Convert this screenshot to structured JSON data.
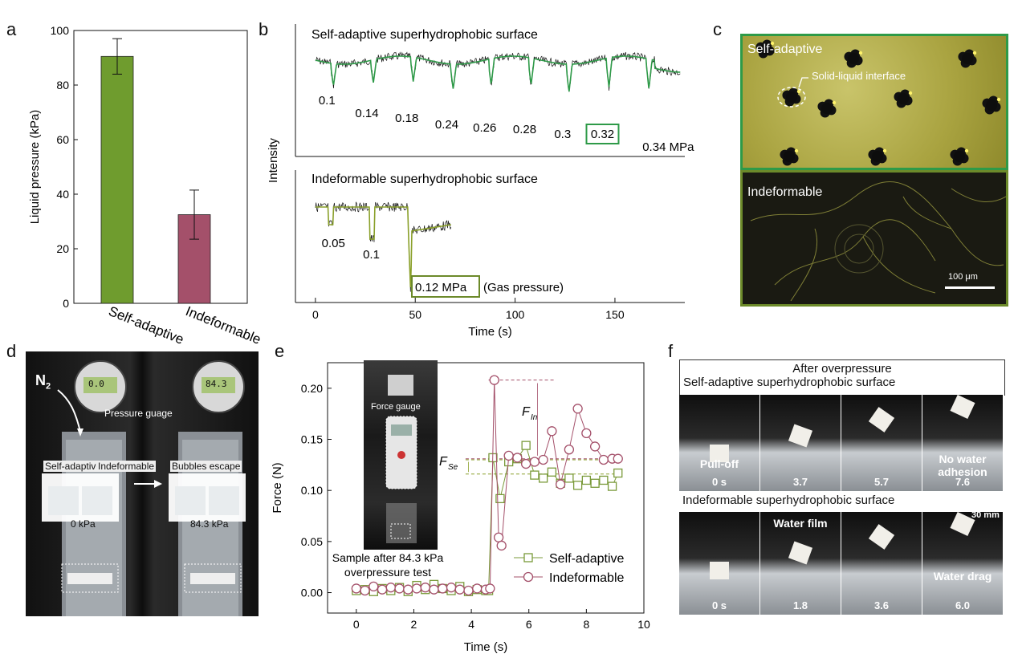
{
  "letters": {
    "a": "a",
    "b": "b",
    "c": "c",
    "d": "d",
    "e": "e",
    "f": "f"
  },
  "chart_data": [
    {
      "type": "bar",
      "panel": "a",
      "categories": [
        "Self-adaptive",
        "Indeformable"
      ],
      "values": [
        90.5,
        32.5
      ],
      "errors": [
        6.5,
        9
      ],
      "ylabel": "Liquid pressure (kPa)",
      "ylim": [
        0,
        100
      ],
      "yticks": [
        0,
        20,
        40,
        60,
        80,
        100
      ],
      "colors": [
        "#6f9c2e",
        "#a4506a"
      ]
    },
    {
      "type": "line",
      "panel": "b",
      "xlabel": "Time (s)",
      "ylabel": "Intensity",
      "xlim": [
        -10,
        185
      ],
      "xticks": [
        0,
        50,
        100,
        150
      ],
      "top_title": "Self-adaptive superhydrophobic surface",
      "bottom_title": "Indeformable superhydrophobic surface",
      "top_labels": [
        {
          "t": 9,
          "text": "0.1"
        },
        {
          "t": 29,
          "text": "0.14"
        },
        {
          "t": 49,
          "text": "0.18"
        },
        {
          "t": 69,
          "text": "0.24"
        },
        {
          "t": 88,
          "text": "0.26"
        },
        {
          "t": 108,
          "text": "0.28"
        },
        {
          "t": 127,
          "text": "0.3"
        },
        {
          "t": 147,
          "text": "0.32"
        },
        {
          "t": 167,
          "text": "0.34 MPa"
        }
      ],
      "top_dips": [
        9,
        29,
        49,
        69,
        88,
        108,
        127,
        147,
        167
      ],
      "top_boxed": "0.32",
      "bottom_labels": [
        {
          "t": 9,
          "text": "0.05"
        },
        {
          "t": 28,
          "text": "0.1"
        }
      ],
      "bottom_boxed": "0.12 MPa",
      "bottom_note": "(Gas pressure)",
      "colors": {
        "raw": "#111111",
        "fit": "#2e9a48",
        "fit_bottom": "#8aa02a",
        "box_top": "#2e9a48",
        "box_bottom": "#6c8a2a"
      }
    },
    {
      "type": "scatter",
      "panel": "e",
      "xlabel": "Time (s)",
      "ylabel": "Force (N)",
      "xlim": [
        -1,
        10
      ],
      "ylim": [
        -0.02,
        0.225
      ],
      "xticks": [
        0,
        2,
        4,
        6,
        8,
        10
      ],
      "yticks": [
        0.0,
        0.05,
        0.1,
        0.15,
        0.2
      ],
      "series": [
        {
          "name": "Self-adaptive",
          "marker": "square",
          "color": "#7a9a3a",
          "x": [
            0,
            0.3,
            0.6,
            0.9,
            1.2,
            1.5,
            1.8,
            2.1,
            2.4,
            2.7,
            3.0,
            3.3,
            3.6,
            3.9,
            4.2,
            4.5,
            4.6,
            4.75,
            5.0,
            5.3,
            5.6,
            5.9,
            6.2,
            6.5,
            6.8,
            7.1,
            7.4,
            7.7,
            8.0,
            8.3,
            8.6,
            8.9,
            9.1
          ],
          "y": [
            0.002,
            0.003,
            0.001,
            0.004,
            0.002,
            0.005,
            0.001,
            0.007,
            0.003,
            0.008,
            0.004,
            0.002,
            0.006,
            0.001,
            0.003,
            0.002,
            0.002,
            0.132,
            0.092,
            0.128,
            0.131,
            0.144,
            0.115,
            0.112,
            0.118,
            0.107,
            0.112,
            0.105,
            0.11,
            0.107,
            0.11,
            0.104,
            0.117
          ]
        },
        {
          "name": "Indeformable",
          "marker": "circle",
          "color": "#a4506a",
          "x": [
            0,
            0.3,
            0.6,
            0.9,
            1.2,
            1.5,
            1.8,
            2.1,
            2.4,
            2.7,
            3.0,
            3.3,
            3.6,
            3.9,
            4.2,
            4.5,
            4.65,
            4.8,
            4.95,
            5.05,
            5.3,
            5.6,
            5.9,
            6.2,
            6.5,
            6.8,
            7.1,
            7.4,
            7.7,
            8.0,
            8.3,
            8.6,
            8.9,
            9.1
          ],
          "y": [
            0.004,
            0.002,
            0.006,
            0.003,
            0.005,
            0.004,
            0.003,
            0.004,
            0.005,
            0.003,
            0.004,
            0.005,
            0.003,
            0.002,
            0.004,
            0.003,
            0.004,
            0.208,
            0.054,
            0.046,
            0.134,
            0.132,
            0.126,
            0.128,
            0.13,
            0.158,
            0.106,
            0.14,
            0.18,
            0.156,
            0.143,
            0.13,
            0.131,
            0.131
          ]
        }
      ],
      "ref_lines": [
        {
          "label": "F_Se",
          "y": 0.116,
          "color": "#8aa02a"
        },
        {
          "label": "F_Se_top",
          "y": 0.13,
          "color": "#8aa02a"
        },
        {
          "label": "F_In",
          "y": 0.208,
          "color": "#a4506a"
        },
        {
          "label": "F_In_low",
          "y": 0.131,
          "color": "#a4506a"
        }
      ],
      "legend_placement": "bottom-right"
    }
  ],
  "panel_c": {
    "top_label": "Self-adaptive",
    "annotation": "Solid-liquid interface",
    "bottom_label": "Indeformable",
    "scale_bar": "100 μm",
    "border_top": "#2e9a48",
    "border_bottom": "#6c8a2a"
  },
  "panel_d": {
    "gas": "N",
    "gas_sub": "2",
    "gauge_label": "Pressure guage",
    "left_tag_1": "Self-adaptive",
    "left_tag_2": "Indeformable",
    "right_tag": "Bubbles escape",
    "left_pressure": "0 kPa",
    "right_pressure": "84.3 kPa",
    "gauge_left": "0.0",
    "gauge_right": "84.3"
  },
  "panel_e_extra": {
    "inset_label": "Force gauge",
    "sample_caption_1": "Sample after 84.3 kPa",
    "sample_caption_2": "overpressure test",
    "f_in": "F",
    "f_in_sub": "In",
    "f_se": "F",
    "f_se_sub": "Se"
  },
  "panel_f": {
    "heading": "After overpressure",
    "top_title": "Self-adaptive superhydrophobic surface",
    "bottom_title": "Indeformable superhydrophobic surface",
    "top_frames": [
      {
        "time": "0 s",
        "note": "Pull-off"
      },
      {
        "time": "3.7",
        "note": ""
      },
      {
        "time": "5.7",
        "note": ""
      },
      {
        "time": "7.6",
        "note": "No water adhesion"
      }
    ],
    "bottom_frames": [
      {
        "time": "0 s",
        "note": ""
      },
      {
        "time": "1.8",
        "note": "Water film"
      },
      {
        "time": "3.6",
        "note": ""
      },
      {
        "time": "6.0",
        "note": "Water drag"
      }
    ],
    "scale": "30 mm"
  }
}
